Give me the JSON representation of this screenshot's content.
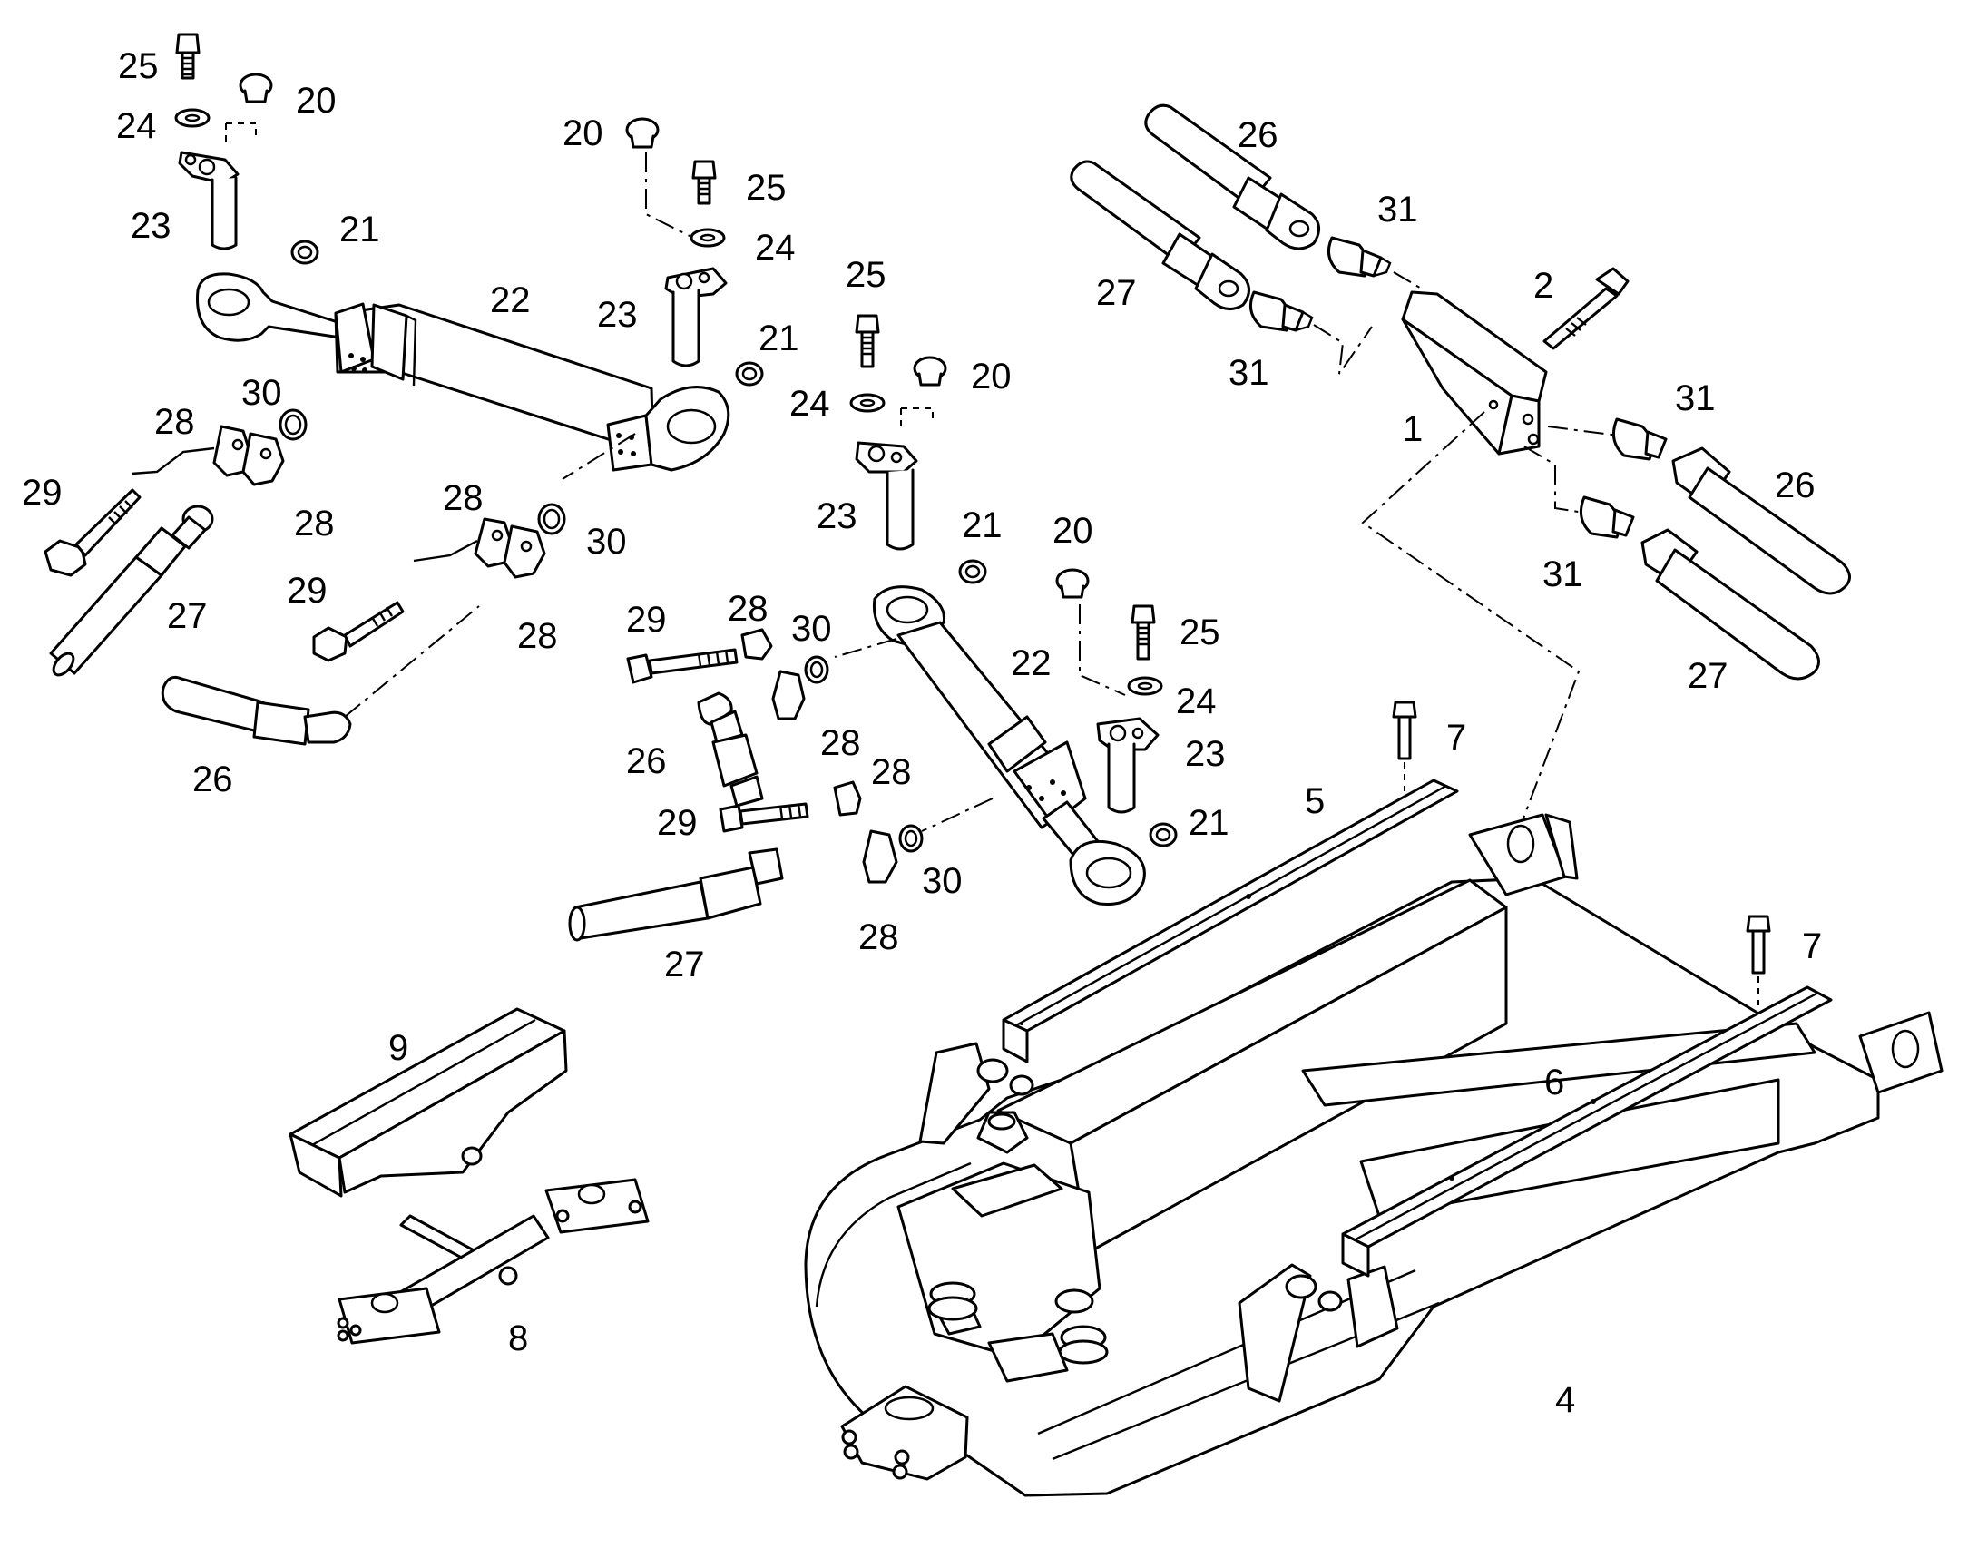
{
  "callouts": [
    {
      "id": "c1",
      "text": "1"
    },
    {
      "id": "c2",
      "text": "2"
    },
    {
      "id": "c4",
      "text": "4"
    },
    {
      "id": "c5",
      "text": "5"
    },
    {
      "id": "c6",
      "text": "6"
    },
    {
      "id": "c7a",
      "text": "7"
    },
    {
      "id": "c7b",
      "text": "7"
    },
    {
      "id": "c8",
      "text": "8"
    },
    {
      "id": "c9",
      "text": "9"
    },
    {
      "id": "c20a",
      "text": "20"
    },
    {
      "id": "c20b",
      "text": "20"
    },
    {
      "id": "c20c",
      "text": "20"
    },
    {
      "id": "c20d",
      "text": "20"
    },
    {
      "id": "c21a",
      "text": "21"
    },
    {
      "id": "c21b",
      "text": "21"
    },
    {
      "id": "c21c",
      "text": "21"
    },
    {
      "id": "c21d",
      "text": "21"
    },
    {
      "id": "c22a",
      "text": "22"
    },
    {
      "id": "c22b",
      "text": "22"
    },
    {
      "id": "c23a",
      "text": "23"
    },
    {
      "id": "c23b",
      "text": "23"
    },
    {
      "id": "c23c",
      "text": "23"
    },
    {
      "id": "c23d",
      "text": "23"
    },
    {
      "id": "c24a",
      "text": "24"
    },
    {
      "id": "c24b",
      "text": "24"
    },
    {
      "id": "c24c",
      "text": "24"
    },
    {
      "id": "c24d",
      "text": "24"
    },
    {
      "id": "c25a",
      "text": "25"
    },
    {
      "id": "c25b",
      "text": "25"
    },
    {
      "id": "c25c",
      "text": "25"
    },
    {
      "id": "c25d",
      "text": "25"
    },
    {
      "id": "c26a",
      "text": "26"
    },
    {
      "id": "c26b",
      "text": "26"
    },
    {
      "id": "c26c",
      "text": "26"
    },
    {
      "id": "c26d",
      "text": "26"
    },
    {
      "id": "c27a",
      "text": "27"
    },
    {
      "id": "c27b",
      "text": "27"
    },
    {
      "id": "c27c",
      "text": "27"
    },
    {
      "id": "c27d",
      "text": "27"
    },
    {
      "id": "c28a",
      "text": "28"
    },
    {
      "id": "c28b",
      "text": "28"
    },
    {
      "id": "c28c",
      "text": "28"
    },
    {
      "id": "c28d",
      "text": "28"
    },
    {
      "id": "c28e",
      "text": "28"
    },
    {
      "id": "c28f",
      "text": "28"
    },
    {
      "id": "c28g",
      "text": "28"
    },
    {
      "id": "c28h",
      "text": "28"
    },
    {
      "id": "c29a",
      "text": "29"
    },
    {
      "id": "c29b",
      "text": "29"
    },
    {
      "id": "c29c",
      "text": "29"
    },
    {
      "id": "c29d",
      "text": "29"
    },
    {
      "id": "c30a",
      "text": "30"
    },
    {
      "id": "c30b",
      "text": "30"
    },
    {
      "id": "c30c",
      "text": "30"
    },
    {
      "id": "c30d",
      "text": "30"
    },
    {
      "id": "c31a",
      "text": "31"
    },
    {
      "id": "c31b",
      "text": "31"
    },
    {
      "id": "c31c",
      "text": "31"
    },
    {
      "id": "c31d",
      "text": "31"
    }
  ]
}
